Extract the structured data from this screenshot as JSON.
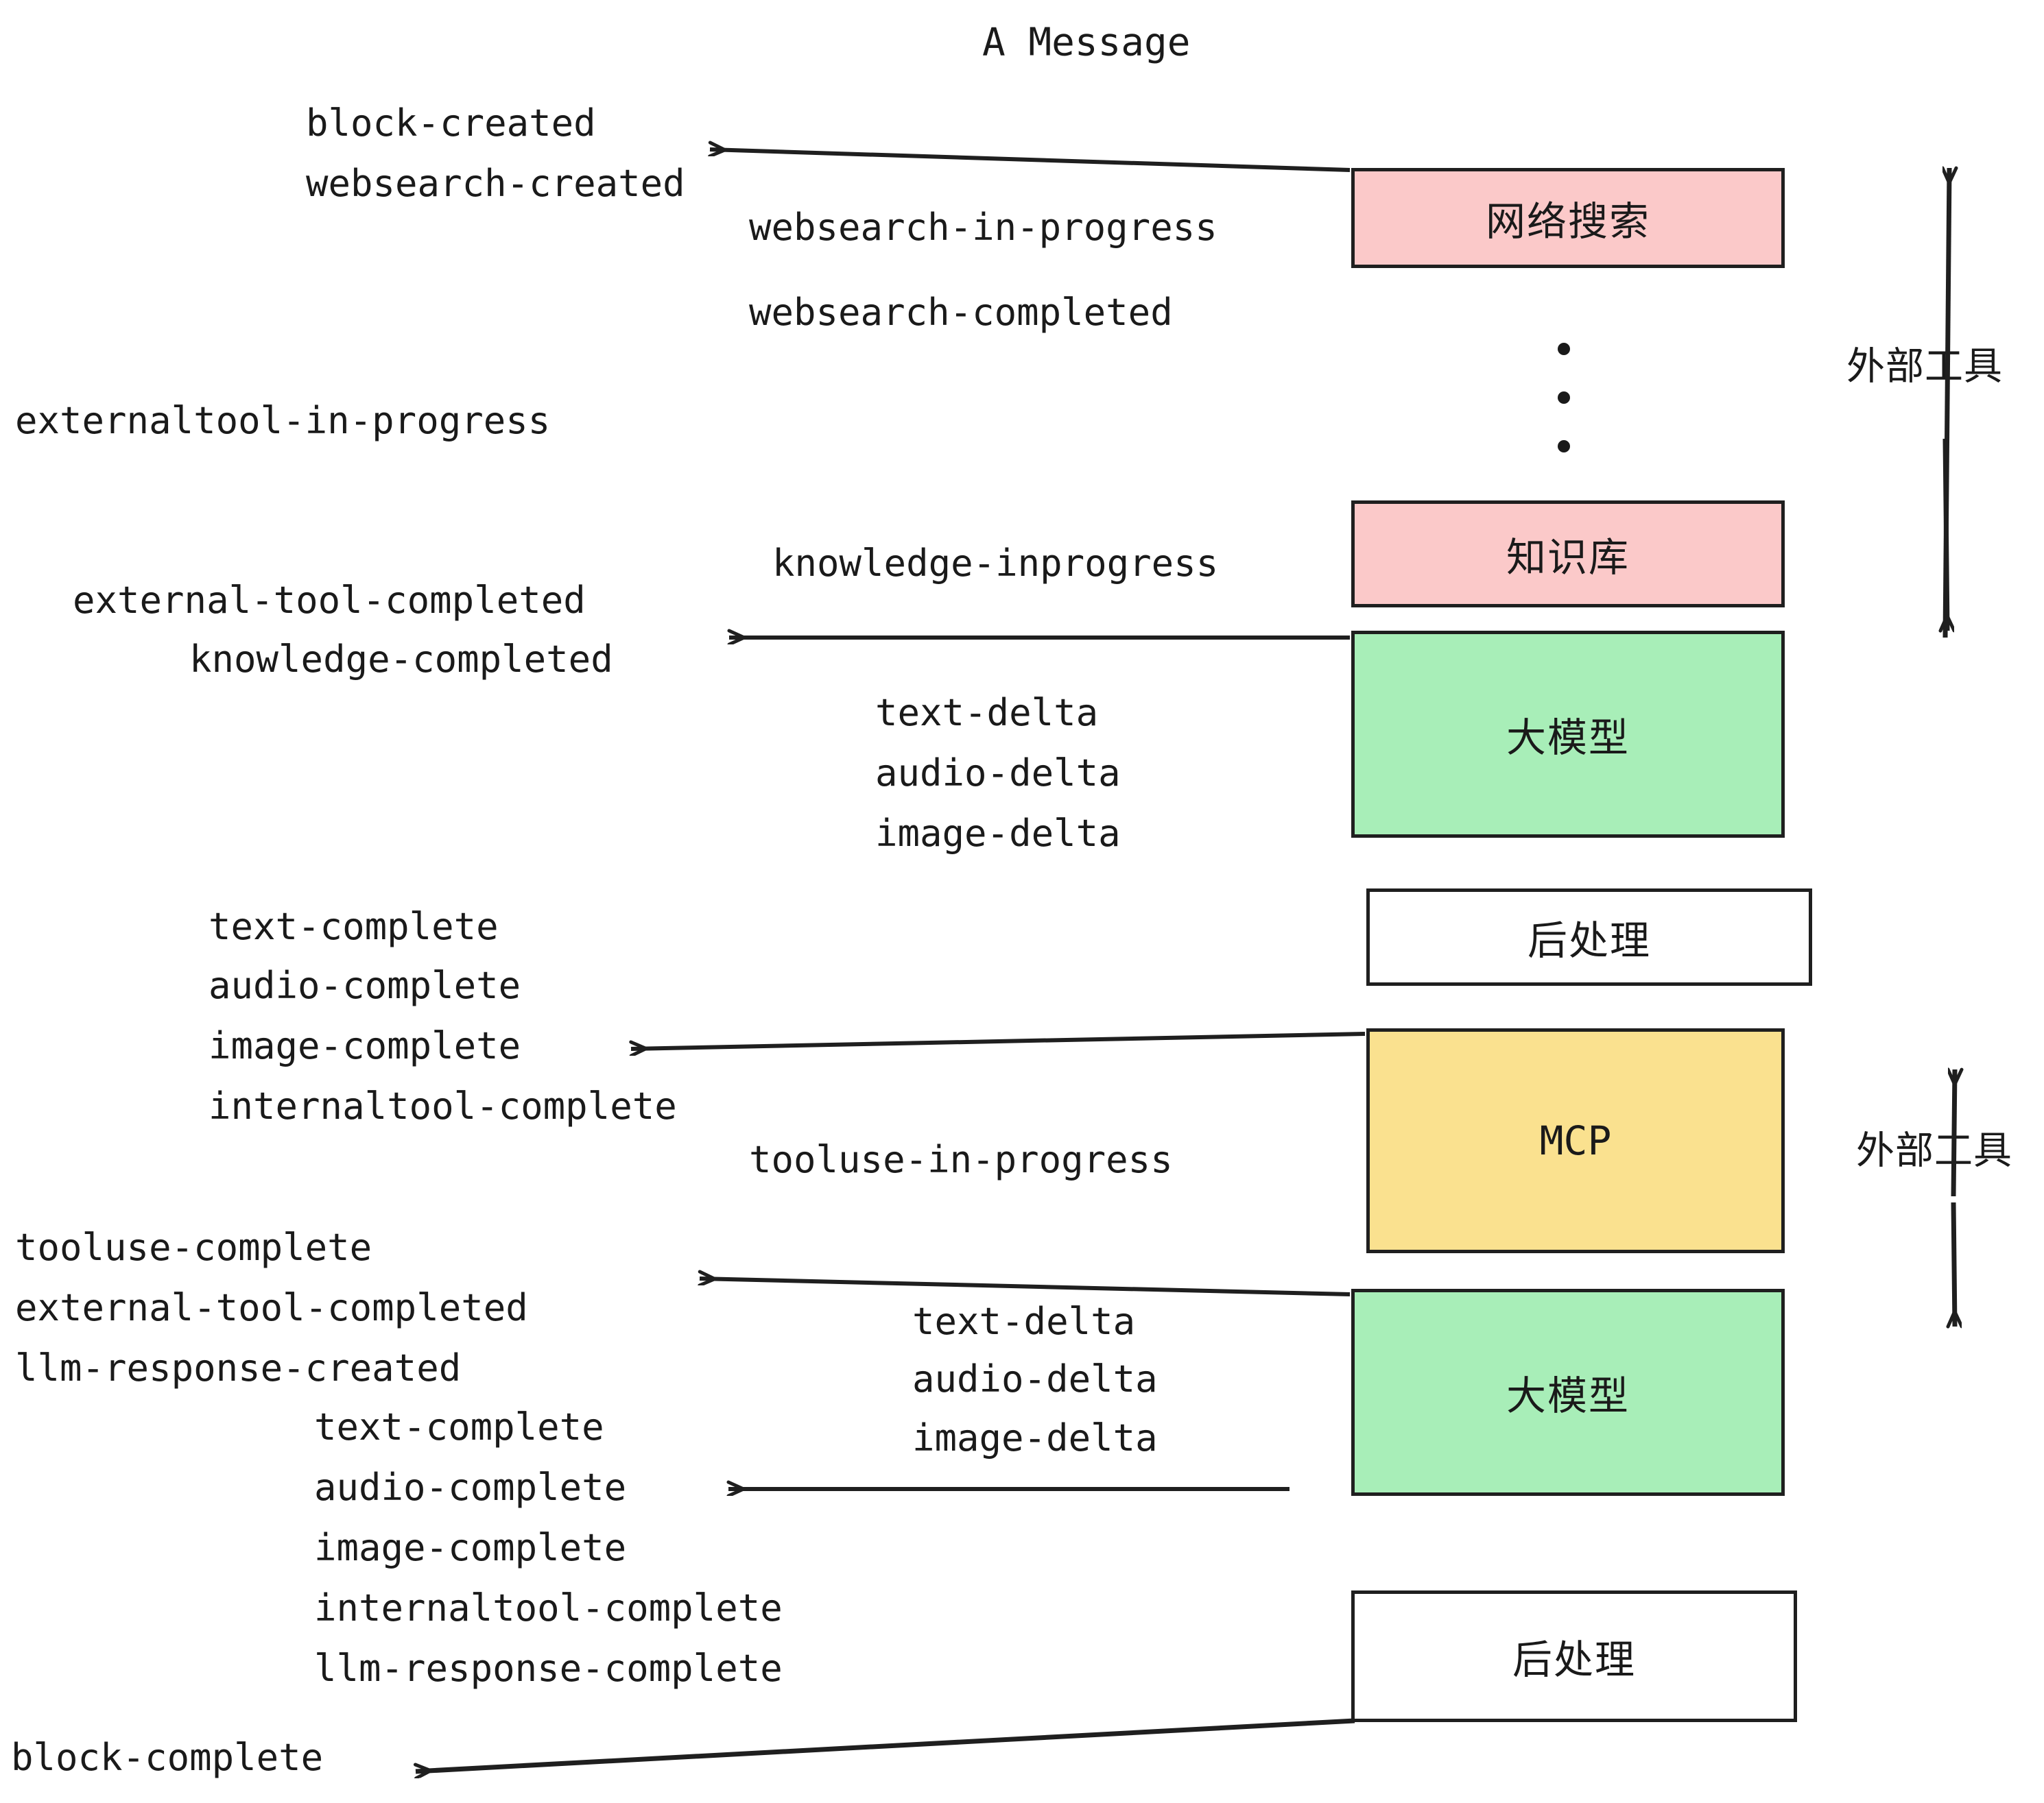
{
  "title": "A Message",
  "colors": {
    "pink": "#fbc9c9",
    "green": "#a8eeb8",
    "yellow": "#fae18f",
    "white": "#ffffff",
    "stroke": "#1f1f1f",
    "text": "#1a1a1a"
  },
  "nodes": [
    {
      "id": "websearch",
      "label": "网络搜索",
      "fill": "#fbc9c9",
      "latin": false
    },
    {
      "id": "knowledge",
      "label": "知识库",
      "fill": "#fbc9c9",
      "latin": false
    },
    {
      "id": "llm-1",
      "label": "大模型",
      "fill": "#a8eeb8",
      "latin": false
    },
    {
      "id": "postprocess-1",
      "label": "后处理",
      "fill": "#ffffff",
      "latin": false
    },
    {
      "id": "mcp",
      "label": "MCP",
      "fill": "#fae18f",
      "latin": true
    },
    {
      "id": "llm-2",
      "label": "大模型",
      "fill": "#a8eeb8",
      "latin": false
    },
    {
      "id": "postprocess-2",
      "label": "后处理",
      "fill": "#ffffff",
      "latin": false
    }
  ],
  "side_labels": [
    {
      "id": "external-tools-top",
      "text": "外部工具"
    },
    {
      "id": "external-tools-bottom",
      "text": "外部工具"
    }
  ],
  "events": [
    {
      "id": "block-created",
      "text": "block-created"
    },
    {
      "id": "websearch-created",
      "text": "websearch-created"
    },
    {
      "id": "websearch-in-progress",
      "text": "websearch-in-progress"
    },
    {
      "id": "websearch-completed",
      "text": "websearch-completed"
    },
    {
      "id": "externaltool-in-progress",
      "text": "externaltool-in-progress"
    },
    {
      "id": "knowledge-inprogress",
      "text": "knowledge-inprogress"
    },
    {
      "id": "external-tool-completed-1",
      "text": "external-tool-completed"
    },
    {
      "id": "knowledge-completed",
      "text": "knowledge-completed"
    },
    {
      "id": "text-delta-1",
      "text": "text-delta"
    },
    {
      "id": "audio-delta-1",
      "text": "audio-delta"
    },
    {
      "id": "image-delta-1",
      "text": "image-delta"
    },
    {
      "id": "text-complete-1",
      "text": "text-complete"
    },
    {
      "id": "audio-complete-1",
      "text": "audio-complete"
    },
    {
      "id": "image-complete-1",
      "text": "image-complete"
    },
    {
      "id": "internaltool-complete-1",
      "text": "internaltool-complete"
    },
    {
      "id": "tooluse-in-progress",
      "text": "tooluse-in-progress"
    },
    {
      "id": "tooluse-complete",
      "text": "tooluse-complete"
    },
    {
      "id": "external-tool-completed-2",
      "text": "external-tool-completed"
    },
    {
      "id": "llm-response-created",
      "text": "llm-response-created"
    },
    {
      "id": "text-delta-2",
      "text": "text-delta"
    },
    {
      "id": "audio-delta-2",
      "text": "audio-delta"
    },
    {
      "id": "image-delta-2",
      "text": "image-delta"
    },
    {
      "id": "text-complete-2",
      "text": "text-complete"
    },
    {
      "id": "audio-complete-2",
      "text": "audio-complete"
    },
    {
      "id": "image-complete-2",
      "text": "image-complete"
    },
    {
      "id": "internaltool-complete-2",
      "text": "internaltool-complete"
    },
    {
      "id": "llm-response-complete",
      "text": "llm-response-complete"
    },
    {
      "id": "block-complete",
      "text": "block-complete"
    }
  ]
}
